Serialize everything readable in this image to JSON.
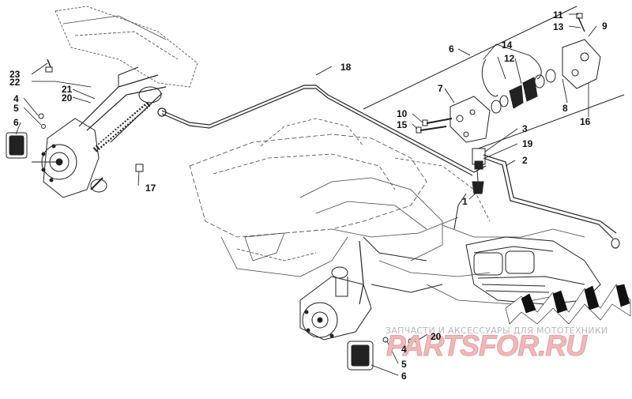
{
  "callouts": [
    {
      "id": "c23",
      "text": "23"
    },
    {
      "id": "c22",
      "text": "22"
    },
    {
      "id": "c21",
      "text": "21"
    },
    {
      "id": "c20a",
      "text": "20"
    },
    {
      "id": "c4a",
      "text": "4"
    },
    {
      "id": "c5a",
      "text": "5"
    },
    {
      "id": "c6a",
      "text": "6"
    },
    {
      "id": "c17",
      "text": "17"
    },
    {
      "id": "c18",
      "text": "18"
    },
    {
      "id": "c6b",
      "text": "6"
    },
    {
      "id": "c7",
      "text": "7"
    },
    {
      "id": "c10",
      "text": "10"
    },
    {
      "id": "c15",
      "text": "15"
    },
    {
      "id": "c14",
      "text": "14"
    },
    {
      "id": "c12",
      "text": "12"
    },
    {
      "id": "c11",
      "text": "11"
    },
    {
      "id": "c13",
      "text": "13"
    },
    {
      "id": "c9",
      "text": "9"
    },
    {
      "id": "c8",
      "text": "8"
    },
    {
      "id": "c16",
      "text": "16"
    },
    {
      "id": "c3",
      "text": "3"
    },
    {
      "id": "c19",
      "text": "19"
    },
    {
      "id": "c2",
      "text": "2"
    },
    {
      "id": "c1",
      "text": "1"
    },
    {
      "id": "c20b",
      "text": "20"
    },
    {
      "id": "c4b",
      "text": "4"
    },
    {
      "id": "c5b",
      "text": "5"
    },
    {
      "id": "c6c",
      "text": "6"
    }
  ],
  "watermark": {
    "tagline": "ЗАПЧАСТИ И АКСЕССУАРЫ ДЛЯ МОТОТЕХНИКИ",
    "logo": "PARTSFOR.RU"
  },
  "colors": {
    "line": "#222222",
    "watermark_red": "#e8a0a0",
    "watermark_gray": "#b8b8b8"
  }
}
